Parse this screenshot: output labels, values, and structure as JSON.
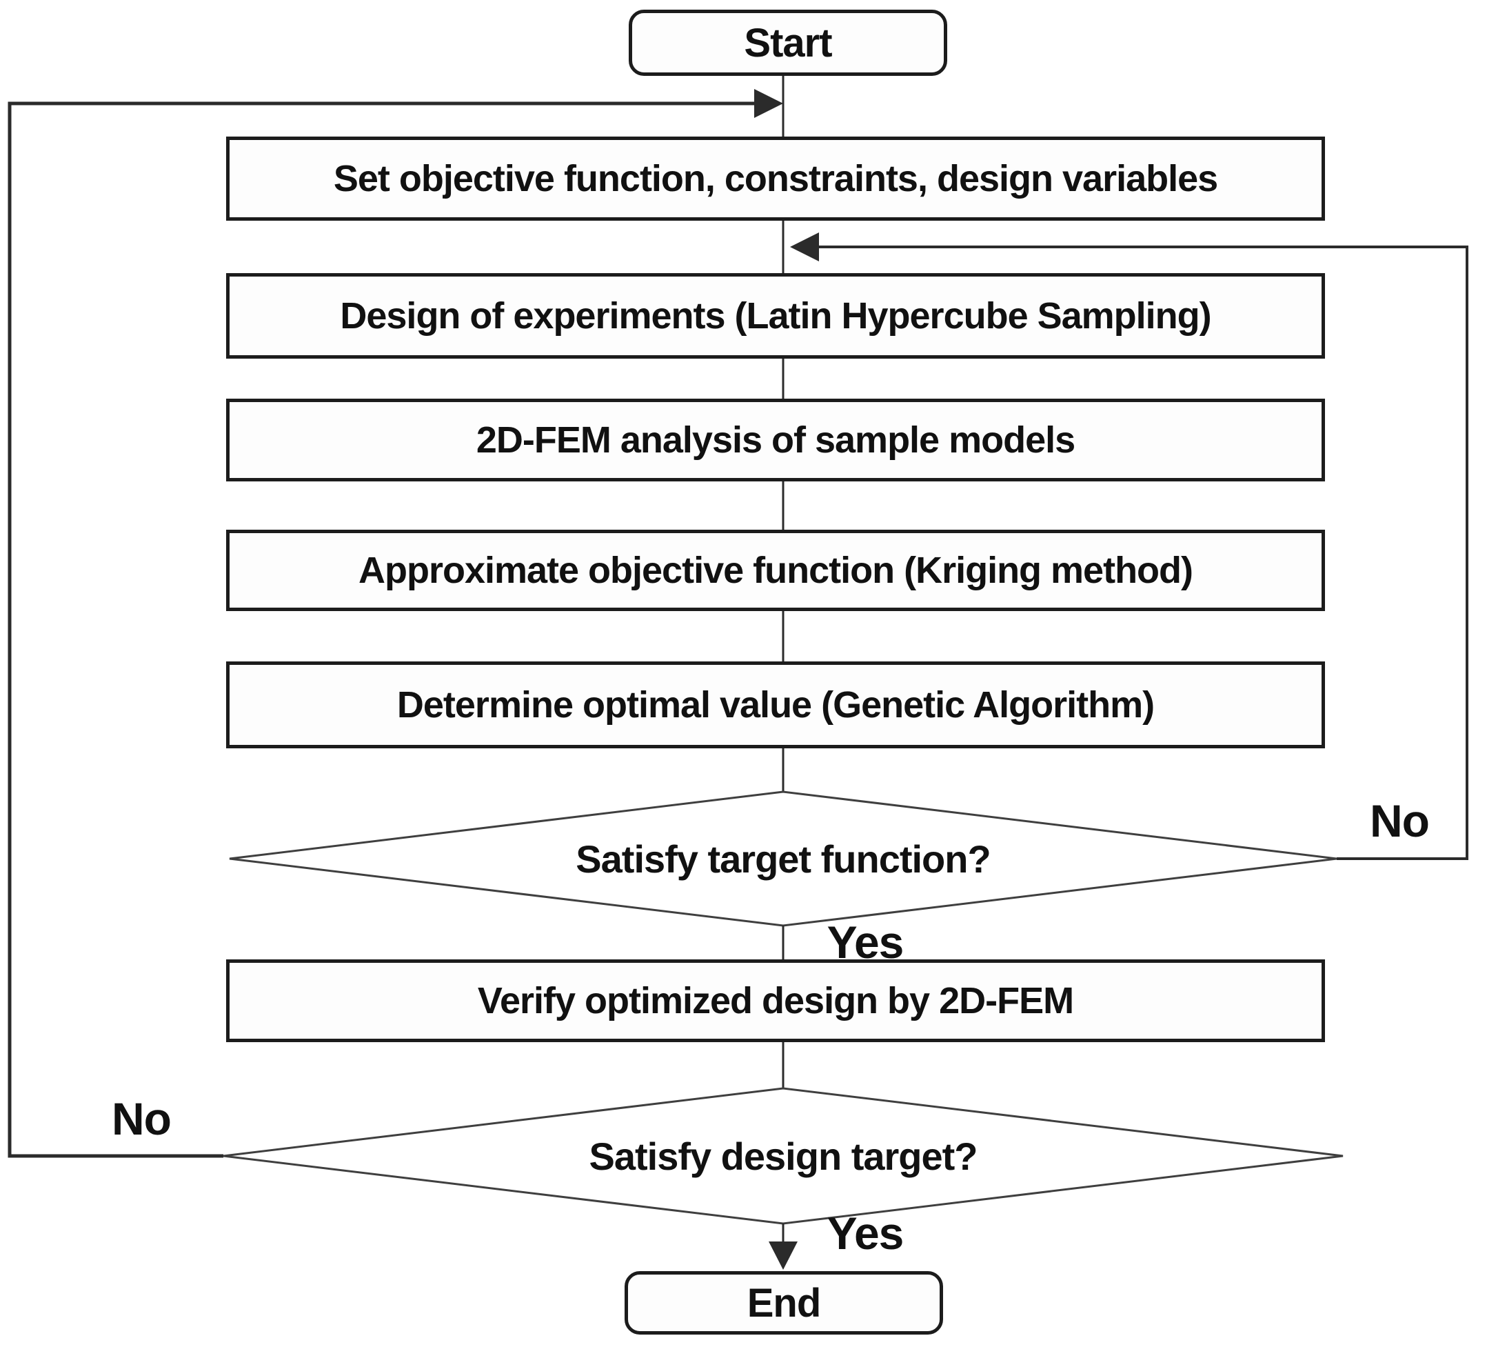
{
  "diagram": {
    "type": "flowchart",
    "nodes": {
      "start": {
        "label": "Start",
        "shape": "terminator"
      },
      "set_objective": {
        "label": "Set objective function, constraints, design variables",
        "shape": "process"
      },
      "design_of_experiments": {
        "label": "Design of experiments (Latin Hypercube Sampling)",
        "shape": "process"
      },
      "fem_analysis": {
        "label": "2D-FEM analysis of sample models",
        "shape": "process"
      },
      "approximate_objective": {
        "label": "Approximate objective function (Kriging method)",
        "shape": "process"
      },
      "determine_optimal": {
        "label": "Determine optimal value (Genetic Algorithm)",
        "shape": "process"
      },
      "satisfy_target_function": {
        "label": "Satisfy target function?",
        "shape": "decision"
      },
      "verify_design": {
        "label": "Verify optimized design by 2D-FEM",
        "shape": "process"
      },
      "satisfy_design_target": {
        "label": "Satisfy design target?",
        "shape": "decision"
      },
      "end": {
        "label": "End",
        "shape": "terminator"
      }
    },
    "edge_labels": {
      "satisfy_target_no": "No",
      "satisfy_target_yes": "Yes",
      "satisfy_design_no": "No",
      "satisfy_design_yes": "Yes"
    },
    "colors": {
      "line": "#2b2b2b",
      "diamond_line": "#3f3f3f",
      "border": "#1c1c1c",
      "text": "#111111",
      "background": "#ffffff",
      "node_fill": "#fdfdfd"
    }
  }
}
